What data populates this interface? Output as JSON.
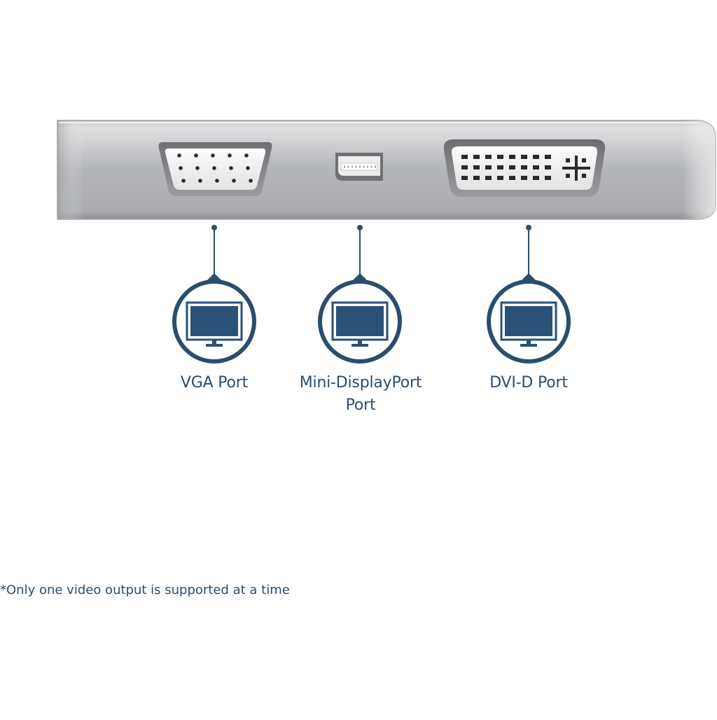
{
  "callouts": [
    {
      "id": "vga",
      "label_lines": [
        "VGA Port"
      ],
      "icon": "monitor-icon"
    },
    {
      "id": "mini-displayport",
      "label_lines": [
        "Mini-DisplayPort",
        "Port"
      ],
      "icon": "monitor-icon"
    },
    {
      "id": "dvi-d",
      "label_lines": [
        "DVI-D Port"
      ],
      "icon": "monitor-icon"
    }
  ],
  "footnote": "*Only one video output is supported at a time",
  "colors": {
    "accent_navy": "#2b4d6e",
    "monitor_fill": "#2a5278",
    "housing_silver": "#b7b9bc",
    "connector_white": "#f2f2f2"
  }
}
